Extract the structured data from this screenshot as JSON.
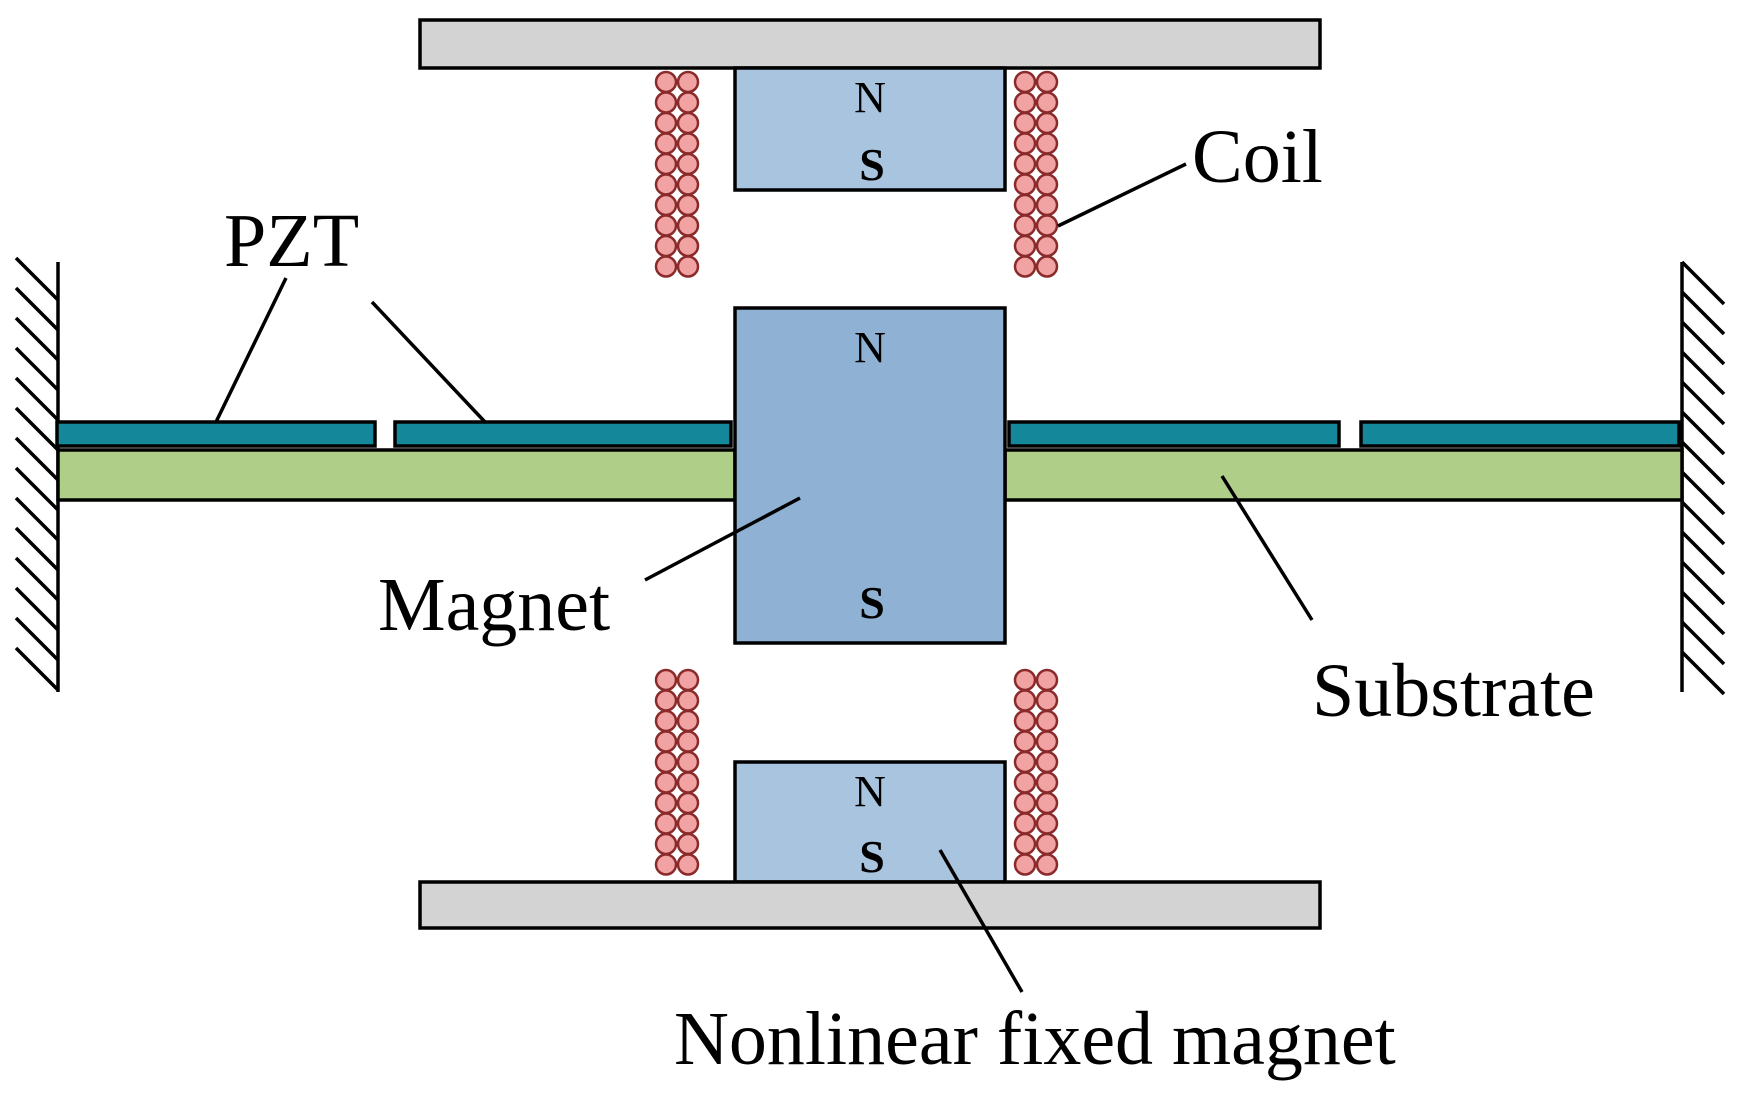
{
  "labels": {
    "pzt": "PZT",
    "coil": "Coil",
    "magnet": "Magnet",
    "substrate": "Substrate",
    "fixed_magnet": "Nonlinear fixed magnet"
  },
  "poles": {
    "top_n": "N",
    "top_s": "S",
    "center_n": "N",
    "center_s": "S",
    "bottom_n": "N",
    "bottom_s": "S"
  },
  "colors": {
    "plate": "#d3d3d3",
    "fixed_magnet": "#a9c4de",
    "center_magnet": "#8fb2d4",
    "pzt": "#14879b",
    "substrate": "#afcf88",
    "coil_wire": "#f1a3a3"
  },
  "icons": {
    "wall": "hatched-fixed-support",
    "coil": "coil-winding"
  }
}
